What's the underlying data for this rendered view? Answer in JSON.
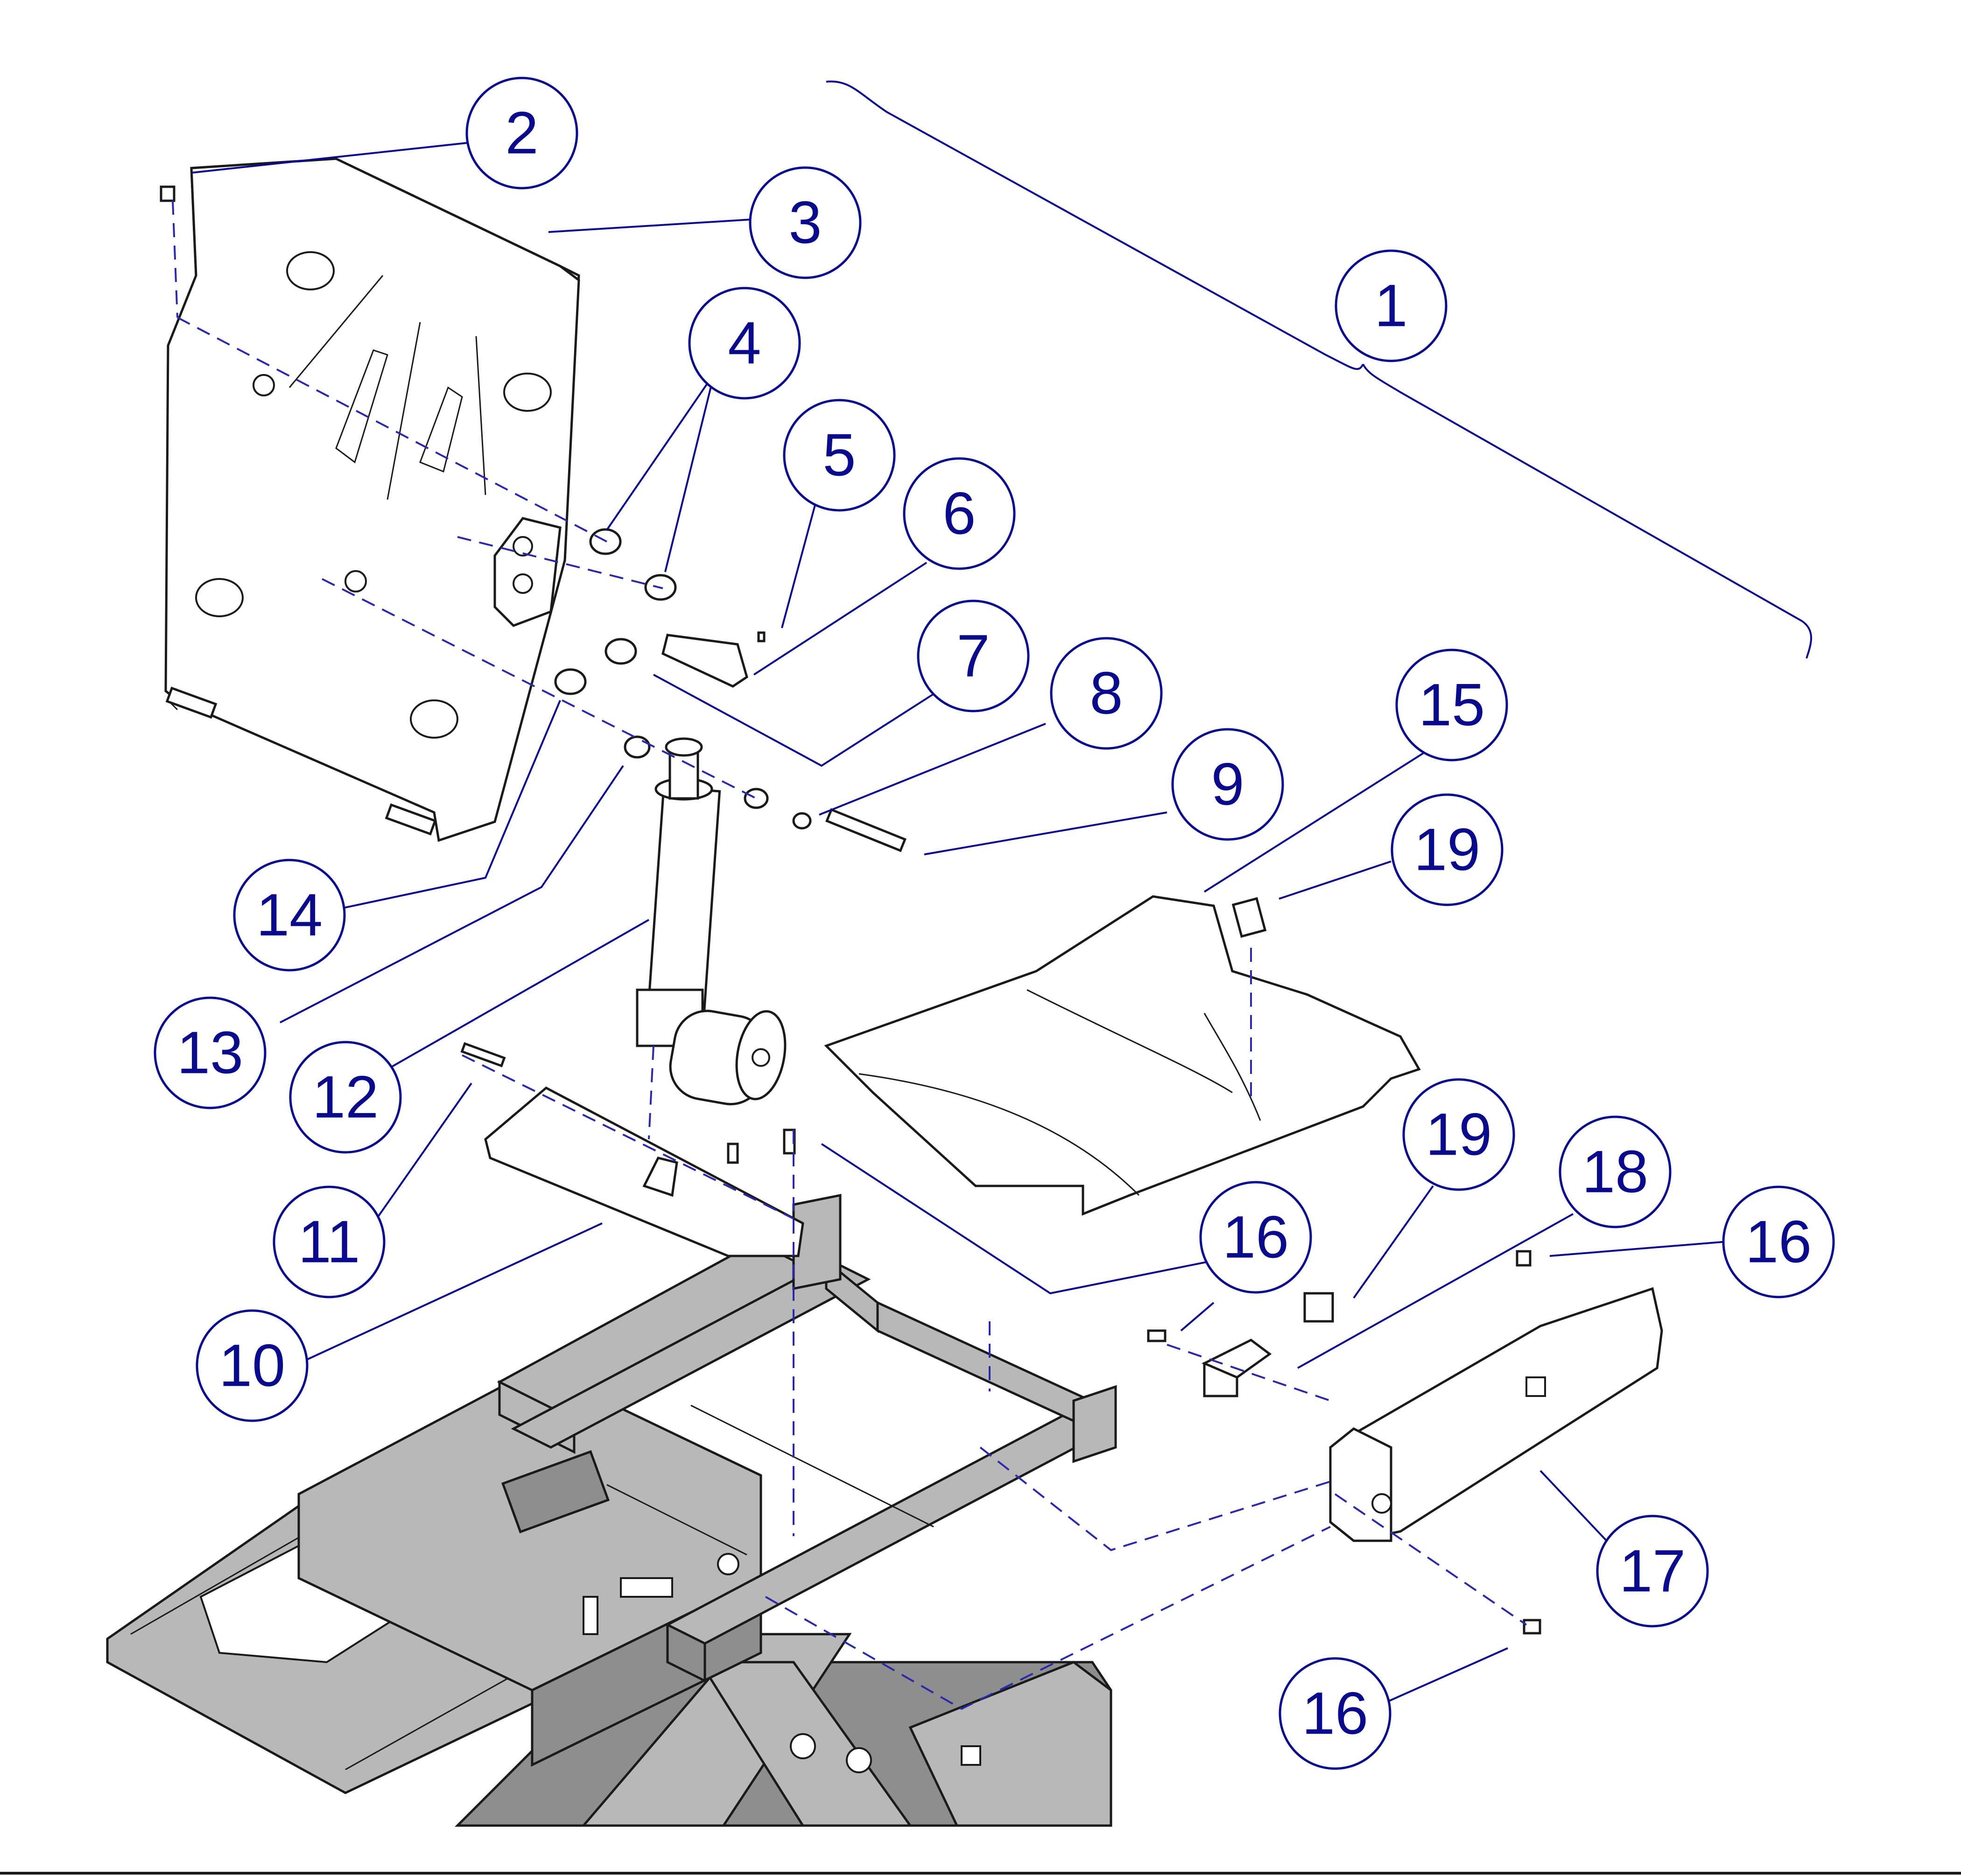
{
  "diagram": {
    "type": "exploded-parts-diagram",
    "callouts": [
      {
        "id": "c1",
        "label": "1"
      },
      {
        "id": "c2",
        "label": "2"
      },
      {
        "id": "c3",
        "label": "3"
      },
      {
        "id": "c4",
        "label": "4"
      },
      {
        "id": "c5",
        "label": "5"
      },
      {
        "id": "c6",
        "label": "6"
      },
      {
        "id": "c7",
        "label": "7"
      },
      {
        "id": "c8",
        "label": "8"
      },
      {
        "id": "c9",
        "label": "9"
      },
      {
        "id": "c10",
        "label": "10"
      },
      {
        "id": "c11",
        "label": "11"
      },
      {
        "id": "c12",
        "label": "12"
      },
      {
        "id": "c13",
        "label": "13"
      },
      {
        "id": "c14",
        "label": "14"
      },
      {
        "id": "c15",
        "label": "15"
      },
      {
        "id": "c16a",
        "label": "16"
      },
      {
        "id": "c16b",
        "label": "16"
      },
      {
        "id": "c16c",
        "label": "16"
      },
      {
        "id": "c17",
        "label": "17"
      },
      {
        "id": "c18",
        "label": "18"
      },
      {
        "id": "c19a",
        "label": "19"
      },
      {
        "id": "c19b",
        "label": "19"
      }
    ],
    "colors": {
      "callout": "#0a0a8c",
      "frame": "#b8b8b8",
      "outline": "#1a1a1a"
    }
  }
}
